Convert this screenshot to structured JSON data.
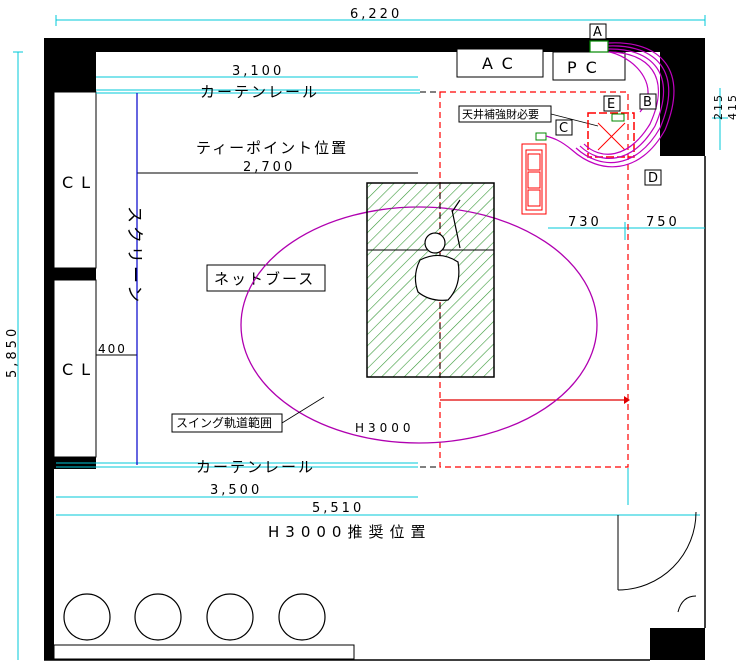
{
  "dimensions": {
    "total_width": "6,220",
    "curtain_rail_top_width": "3,100",
    "tee_point_width": "2,700",
    "cl_depth": "400",
    "curtain_rail_bottom_width": "3,500",
    "h3000_position_width": "5,510",
    "total_height": "5,850",
    "ac_pc_offset": "730",
    "right_offset": "750",
    "right_small_1": "215",
    "right_small_2": "415"
  },
  "labels": {
    "curtain_rail_top": "カーテンレール",
    "curtain_rail_bottom": "カーテンレール",
    "tee_point": "ティーポイント位置",
    "screen": "スクリーン",
    "net_booth": "ネットブース",
    "swing_range": "スイング軌道範囲",
    "h3000": "H3000",
    "h3000_recommended": "H3000推奨位置",
    "cl_upper": "CL",
    "cl_lower": "CL",
    "ac": "AC",
    "pc": "PC",
    "ceiling_reinforcement": "天井補強財必要"
  },
  "markers": [
    "A",
    "B",
    "C",
    "D",
    "E"
  ],
  "colors": {
    "wall": "#000000",
    "dimension": "#00c8d8",
    "screen_line": "#0000cc",
    "swing": "#b000b0",
    "mat_hatch": "#3a9a3a",
    "red_dash": "#ff0000",
    "equipment": "#e00000"
  }
}
